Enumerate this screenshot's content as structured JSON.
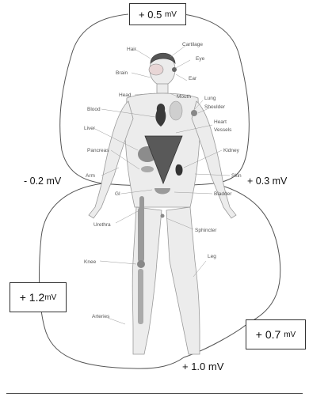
{
  "title": "",
  "voltages": {
    "top": {
      "sign_value": "+ 0.5",
      "unit": "mV"
    },
    "left_mid": "- 0.2 mV",
    "right_mid": "+ 0.3 mV",
    "left_low": {
      "sign_value": "+ 1.2",
      "unit": "mV"
    },
    "right_low": {
      "sign_value": "+ 0.7",
      "unit": "mV"
    },
    "bottom": "+ 1.0 mV"
  },
  "organ_labels": [
    {
      "id": "hair",
      "text": "Hair"
    },
    {
      "id": "cartilage",
      "text": "Cartilage"
    },
    {
      "id": "eye",
      "text": "Eye"
    },
    {
      "id": "brain",
      "text": "Brain"
    },
    {
      "id": "ear",
      "text": "Ear"
    },
    {
      "id": "head",
      "text": "Head"
    },
    {
      "id": "mouth",
      "text": "Mouth"
    },
    {
      "id": "lung",
      "text": "Lung"
    },
    {
      "id": "shoulder",
      "text": "Shoulder"
    },
    {
      "id": "blood",
      "text": "Blood"
    },
    {
      "id": "heart",
      "text": "Heart"
    },
    {
      "id": "vessels",
      "text": "Vessels"
    },
    {
      "id": "liver",
      "text": "Liver"
    },
    {
      "id": "kidney",
      "text": "Kidney"
    },
    {
      "id": "pancreas",
      "text": "Pancreas"
    },
    {
      "id": "skin",
      "text": "Skin"
    },
    {
      "id": "arm",
      "text": "Arm"
    },
    {
      "id": "bladder",
      "text": "Bladder"
    },
    {
      "id": "gi",
      "text": "GI"
    },
    {
      "id": "urethra",
      "text": "Urethra"
    },
    {
      "id": "sphincter",
      "text": "Sphincter"
    },
    {
      "id": "knee",
      "text": "Knee"
    },
    {
      "id": "leg",
      "text": "Leg"
    },
    {
      "id": "arteries",
      "text": "Arteries"
    }
  ]
}
